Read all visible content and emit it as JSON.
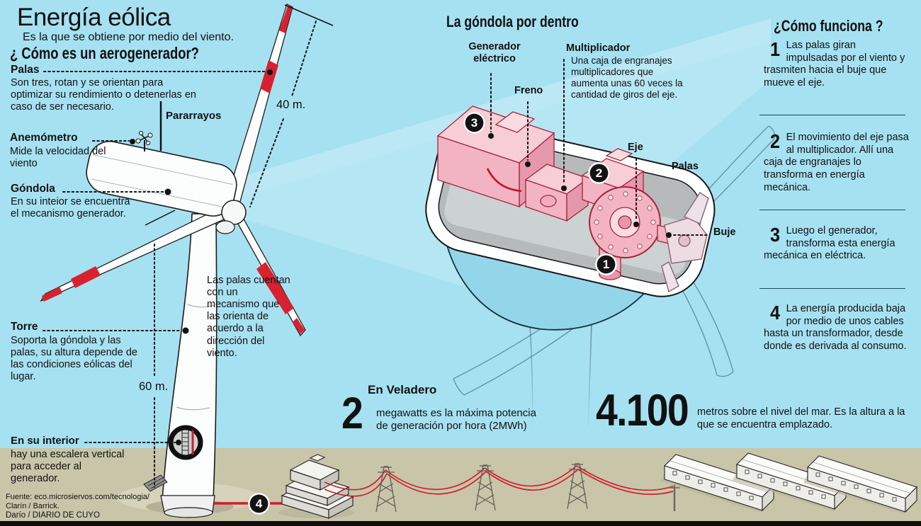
{
  "title": "Energía eólica",
  "subtitle": "Es la que se obtiene por medio del viento.",
  "turbine": {
    "heading": "¿ Cómo es un aerogenerador?",
    "palas": {
      "name": "Palas",
      "desc": "Son tres, rotan y se orientan  para optimizar su rendimiento o detenerlas en caso de ser necesario."
    },
    "anemometro": {
      "name": "Anemómetro",
      "desc": "Mide la velocidad del viento"
    },
    "gondola": {
      "name": "Góndola",
      "desc": "En su inteior se encuentra el mecanismo generador."
    },
    "torre": {
      "name": "Torre",
      "desc": "Soporta la góndola y las palas, su altura depende de las condiciones eólicas del lugar."
    },
    "interior": {
      "name": "En su interior",
      "desc": "hay una escalera vertical para acceder al generador."
    },
    "pararrayos": "Pararrayos",
    "mecanismo_palas": "Las palas cuentan con un mecanismo que las orienta de acuerdo a la dirección del viento.",
    "medida_pala": "40 m.",
    "medida_torre": "60 m."
  },
  "gondola_detalle": {
    "heading": "La góndola por dentro",
    "generador": "Generador eléctrico",
    "freno": "Freno",
    "multiplicador": {
      "name": "Multiplicador",
      "desc": "Una caja de engranajes multiplicadores que aumenta unas 60 veces la cantidad de giros del eje."
    },
    "eje": "Eje",
    "palas": "Palas",
    "buje": "Buje"
  },
  "markers": {
    "m1": "1",
    "m2": "2",
    "m3": "3",
    "m4": "4"
  },
  "como_funciona": {
    "heading": "¿Cómo funciona ?",
    "steps": [
      {
        "num": "1",
        "text": "Las palas giran impulsadas por el viento y trasmiten hacia el buje que mueve el eje."
      },
      {
        "num": "2",
        "text": "El movimiento del eje pasa al multiplicador. Allí una caja de engranajes lo transforma en energía mecánica."
      },
      {
        "num": "3",
        "text": "Luego el generador, transforma esta energía mecánica en eléctrica."
      },
      {
        "num": "4",
        "text": "La energía producida baja por medio de unos cables hasta un transformador, desde donde es derivada al consumo."
      }
    ]
  },
  "veladero": {
    "heading": "En Veladero",
    "stat_potencia": {
      "value": "2",
      "text": "megawatts es la máxima potencia de generación por hora (2MWh)"
    },
    "stat_altura": {
      "value": "4.100",
      "text": "metros sobre el nivel del mar. Es la altura a la que se encuentra emplazado."
    }
  },
  "footer": {
    "fuente_linea1": "Fuente: eco.microsiervos.com/tecnologia/",
    "fuente_linea2": "Clarín / Barrick.",
    "credito": "Darío / DIARIO DE CUYO"
  },
  "colors": {
    "sky": "#a6e1f2",
    "beam": "#ffffff",
    "ground": "#c9c5a9",
    "red": "#cf1f2e",
    "pink": "#f2b4c2",
    "pink_stroke": "#a6233c",
    "ink": "#131313"
  }
}
